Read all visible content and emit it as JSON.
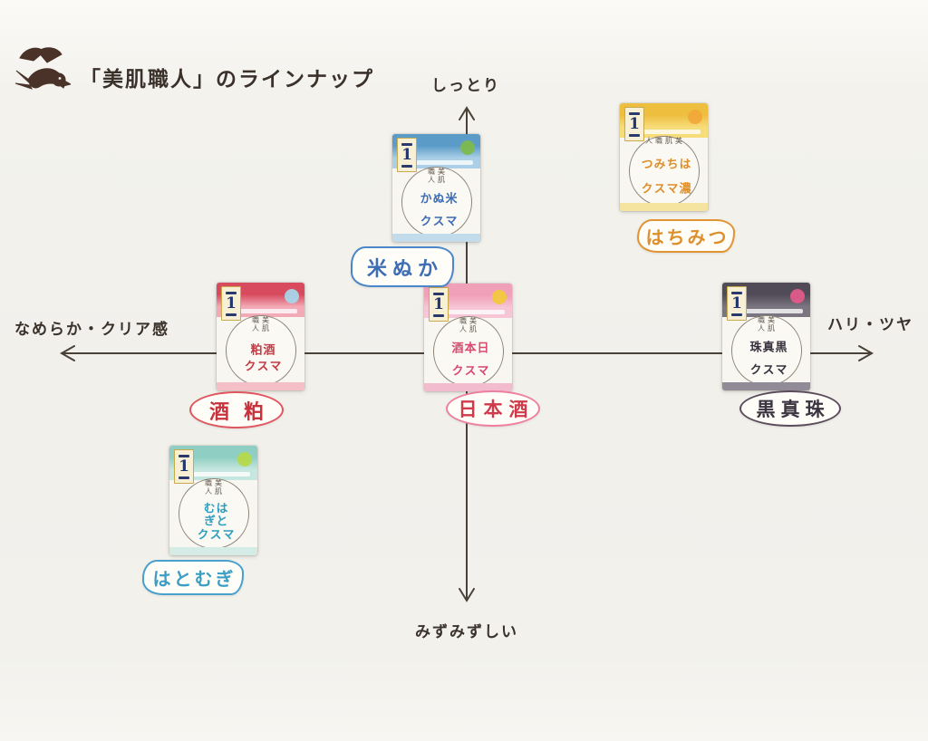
{
  "header": {
    "title": "「美肌職人」のラインナップ",
    "logo_icon": "swallow-icon"
  },
  "chart_data": {
    "type": "scatter",
    "title": "「美肌職人」のラインナップ",
    "axes": {
      "top_label": "しっとり",
      "bottom_label": "みずみずしい",
      "left_label": "なめらか・クリア感",
      "right_label": "ハリ・ツヤ",
      "x_range": [
        -1,
        1
      ],
      "y_range": [
        -1,
        1
      ],
      "style": "crossed arrows, no grid"
    },
    "axis_color": "#4a4138",
    "badge_rank": "1",
    "products": [
      {
        "id": "rice-bran",
        "label": "米ぬか",
        "brand": "美肌職人",
        "name_line1": "米ぬか",
        "name_line2": "マスク",
        "accent_color": "#3d6db5",
        "band_top_color": "#5b9bc8",
        "band_bottom_color": "#aacfe6",
        "strip_color": "#c3dcec",
        "dot_color": "#7db94e",
        "bubble_border_color": "#4a86c8",
        "label_color": "#3d6db5",
        "position": {
          "x": -0.08,
          "y": 0.66
        }
      },
      {
        "id": "honey",
        "label": "はちみつ",
        "brand": "美肌職人",
        "name_line1": "はちみつ",
        "name_line2": "濃マスク",
        "accent_color": "#dd8f2b",
        "band_top_color": "#eebf3f",
        "band_bottom_color": "#f7dc7a",
        "strip_color": "#f5e3a0",
        "dot_color": "#f0a93a",
        "bubble_border_color": "#e09433",
        "label_color": "#dd8f2b",
        "position": {
          "x": 0.48,
          "y": 0.79
        }
      },
      {
        "id": "sake-lees",
        "label": "酒粕",
        "brand": "美肌職人",
        "name_line1": "酒粕",
        "name_line2": "マスク",
        "accent_color": "#c43a46",
        "band_top_color": "#d84a5e",
        "band_bottom_color": "#f2aab6",
        "strip_color": "#f5bfc8",
        "dot_color": "#a8d4e8",
        "bubble_border_color": "#e0555f",
        "label_color": "#c8323c",
        "position": {
          "x": -0.5,
          "y": 0.06
        }
      },
      {
        "id": "nihonshu",
        "label": "日本酒",
        "brand": "美肌職人",
        "name_line1": "日本酒",
        "name_line2": "マスク",
        "accent_color": "#d84a6e",
        "band_top_color": "#f0a0b8",
        "band_bottom_color": "#f6c6d6",
        "strip_color": "#f3bcce",
        "dot_color": "#f2c83e",
        "bubble_border_color": "#ee7fa0",
        "label_color": "#d03a4a",
        "position": {
          "x": 0.0,
          "y": 0.07
        }
      },
      {
        "id": "black-pearl",
        "label": "黒真珠",
        "brand": "美肌職人",
        "name_line1": "黒真珠",
        "name_line2": "マスク",
        "accent_color": "#37323e",
        "band_top_color": "#504b56",
        "band_bottom_color": "#7a7580",
        "strip_color": "#908b96",
        "dot_color": "#e05a8a",
        "bubble_border_color": "#5a4c5c",
        "label_color": "#3a3340",
        "position": {
          "x": 0.73,
          "y": 0.07
        }
      },
      {
        "id": "hatomugi",
        "label": "はとむぎ",
        "brand": "美肌職人",
        "name_line1": "はとむぎ",
        "name_line2": "マスク",
        "accent_color": "#2f9ec0",
        "band_top_color": "#8fcfc3",
        "band_bottom_color": "#c6e7df",
        "strip_color": "#d4ece5",
        "dot_color": "#b5d94a",
        "bubble_border_color": "#4aa0cc",
        "label_color": "#3a9ec5",
        "position": {
          "x": -0.62,
          "y": -0.59
        }
      }
    ]
  }
}
